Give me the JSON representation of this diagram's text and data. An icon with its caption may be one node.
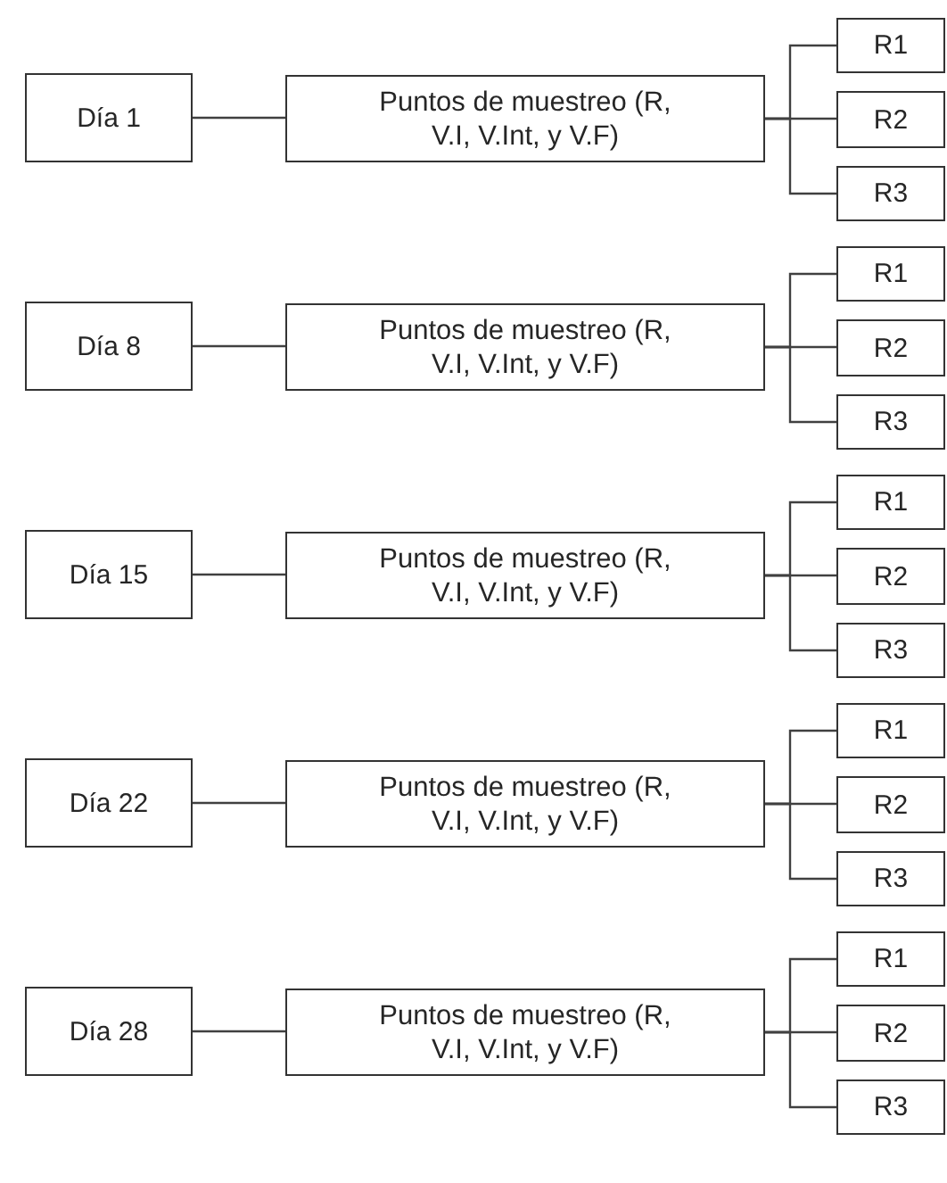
{
  "diagram": {
    "nodes": [
      {
        "text": [
          "Día 1"
        ]
      },
      {
        "text": [
          "Puntos de muestreo (R, V.I, V.Int, y V.F)"
        ]
      },
      {
        "text": [
          "R1"
        ]
      },
      {
        "text": [
          "R2"
        ]
      },
      {
        "text": [
          "R3"
        ]
      },
      {
        "text": [
          "Día 8"
        ]
      },
      {
        "text": [
          "Puntos de muestreo (R, V.I, V.Int, y V.F)"
        ]
      },
      {
        "text": [
          "R1"
        ]
      },
      {
        "text": [
          "R2"
        ]
      },
      {
        "text": [
          "R3"
        ]
      },
      {
        "text": [
          "Día 15"
        ]
      },
      {
        "text": [
          "Puntos de muestreo (R, V.I, V.Int, y V.F)"
        ]
      },
      {
        "text": [
          "R1"
        ]
      },
      {
        "text": [
          "R2"
        ]
      },
      {
        "text": [
          "R3"
        ]
      },
      {
        "text": [
          "Día 22"
        ]
      },
      {
        "text": [
          "Puntos de muestreo (R, V.I, V.Int, y V.F)"
        ]
      },
      {
        "text": [
          "R1"
        ]
      },
      {
        "text": [
          "R2"
        ]
      },
      {
        "text": [
          "R3"
        ]
      },
      {
        "text": [
          "Día 28"
        ]
      },
      {
        "text": [
          "Puntos de muestreo (R, V.I, V.Int, y V.F)"
        ]
      },
      {
        "text": [
          "R1"
        ]
      },
      {
        "text": [
          "R2"
        ]
      },
      {
        "text": [
          "R3"
        ]
      }
    ],
    "edges": [
      {
        "from": 0,
        "to": 1,
        "arrow": "none"
      },
      {
        "from": 1,
        "to": 2,
        "arrow": "none"
      },
      {
        "from": 1,
        "to": 3,
        "arrow": "none"
      },
      {
        "from": 1,
        "to": 4,
        "arrow": "none"
      },
      {
        "from": 5,
        "to": 6,
        "arrow": "none"
      },
      {
        "from": 6,
        "to": 7,
        "arrow": "none"
      },
      {
        "from": 6,
        "to": 8,
        "arrow": "none"
      },
      {
        "from": 6,
        "to": 9,
        "arrow": "none"
      },
      {
        "from": 10,
        "to": 11,
        "arrow": "none"
      },
      {
        "from": 11,
        "to": 12,
        "arrow": "none"
      },
      {
        "from": 11,
        "to": 13,
        "arrow": "none"
      },
      {
        "from": 11,
        "to": 14,
        "arrow": "none"
      },
      {
        "from": 15,
        "to": 16,
        "arrow": "none"
      },
      {
        "from": 16,
        "to": 17,
        "arrow": "none"
      },
      {
        "from": 16,
        "to": 18,
        "arrow": "none"
      },
      {
        "from": 16,
        "to": 19,
        "arrow": "none"
      },
      {
        "from": 20,
        "to": 21,
        "arrow": "none"
      },
      {
        "from": 21,
        "to": 22,
        "arrow": "none"
      },
      {
        "from": 21,
        "to": 23,
        "arrow": "none"
      },
      {
        "from": 21,
        "to": 24,
        "arrow": "none"
      }
    ]
  }
}
